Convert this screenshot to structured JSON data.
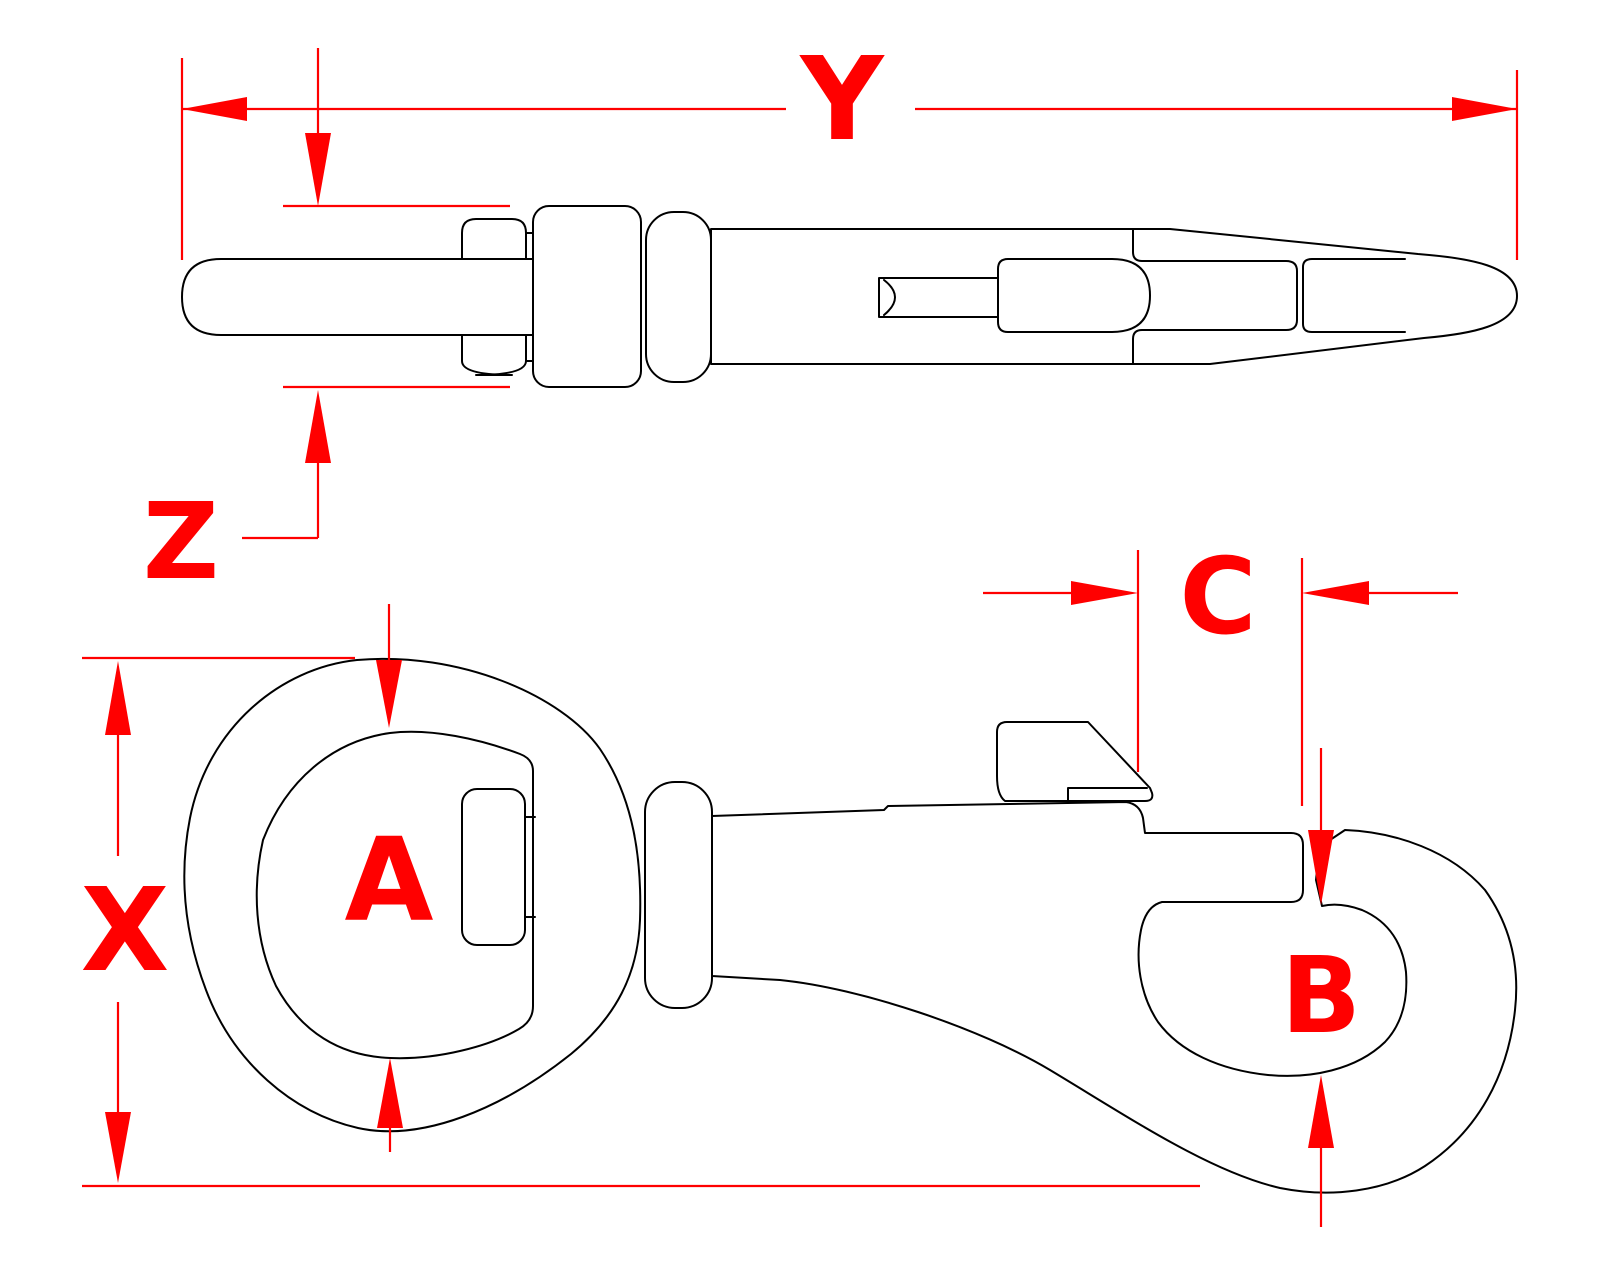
{
  "drawing": {
    "kind": "technical-dimension-drawing",
    "views": {
      "top_view_present": true,
      "side_view_present": true
    },
    "labels": {
      "y": "Y",
      "z": "Z",
      "a": "A",
      "x": "X",
      "b": "B",
      "c": "C"
    },
    "colors": {
      "dimension": "#ff0000",
      "outline": "#000000",
      "background": "#ffffff"
    }
  }
}
